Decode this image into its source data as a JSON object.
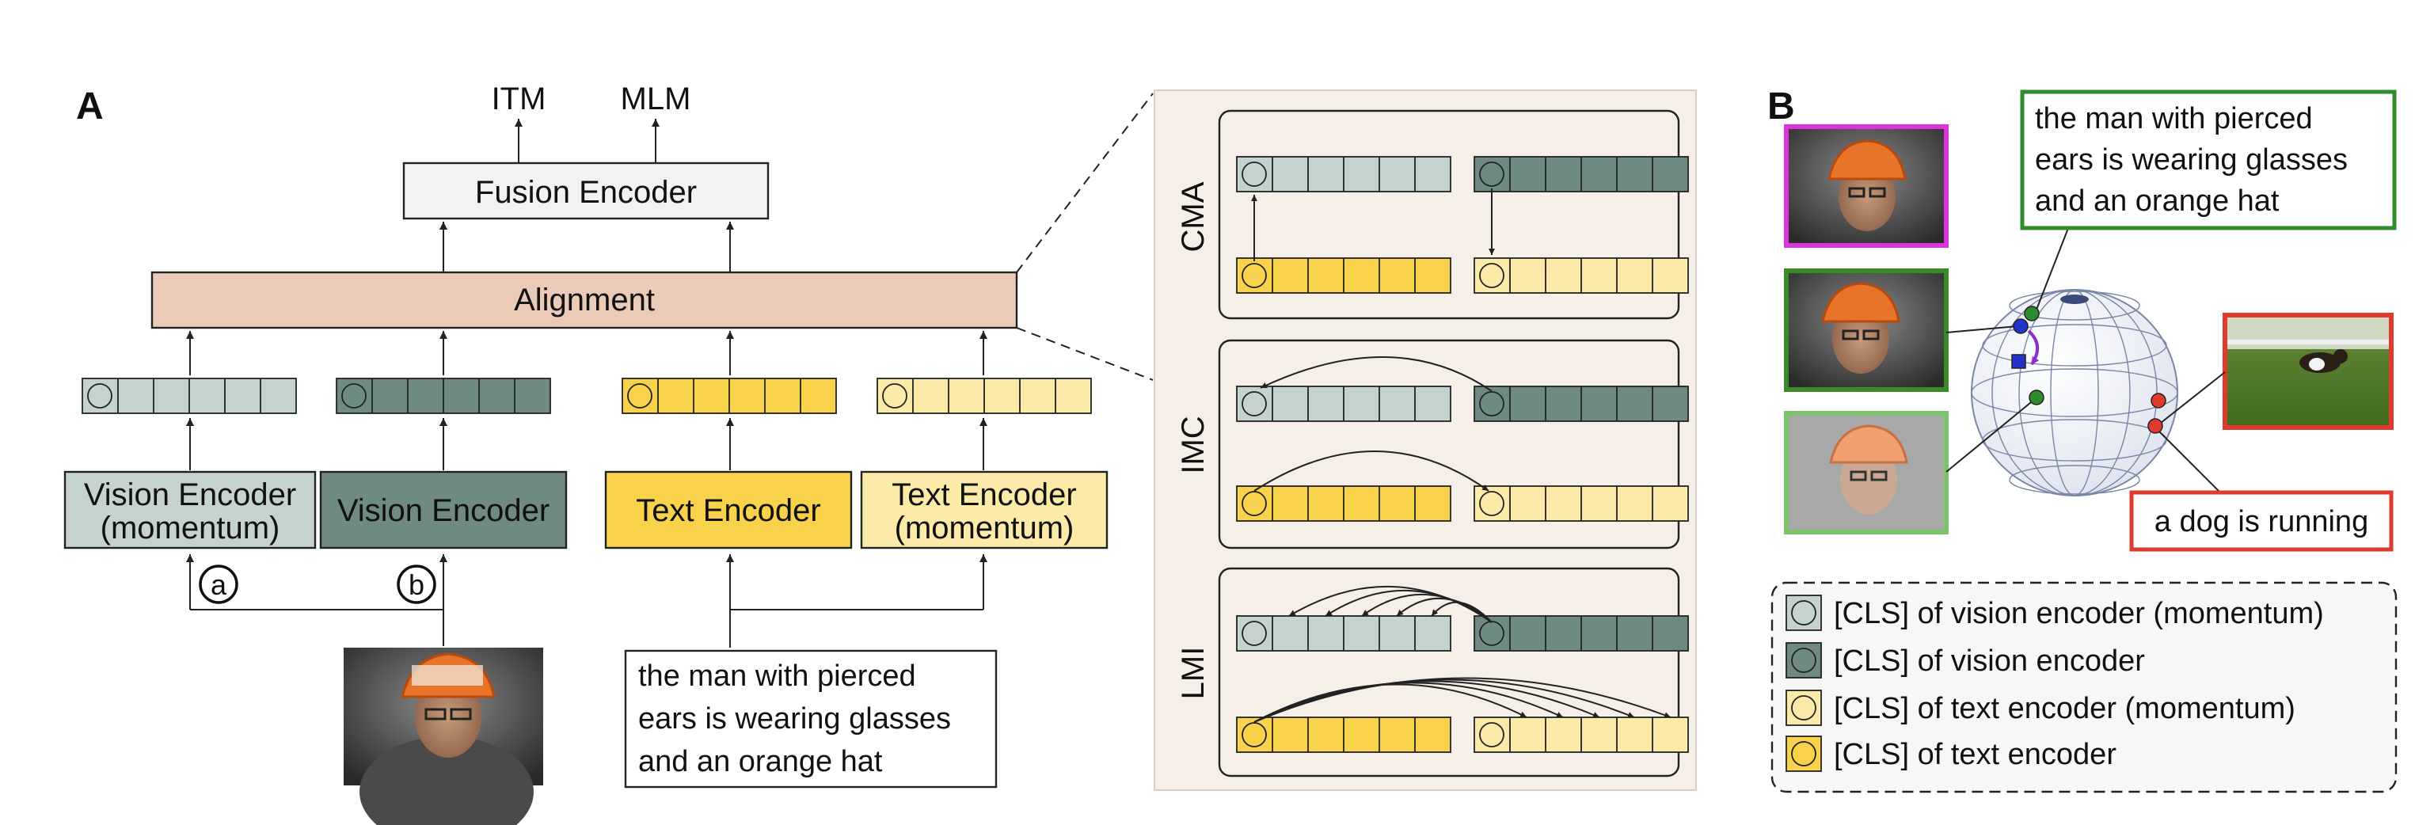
{
  "colors": {
    "vision_momentum": "#c4d2d0",
    "vision": "#6e8a82",
    "text": "#f7d24a",
    "text_momentum": "#fbeaa8",
    "alignment": "#e9cbb8",
    "fusion": "#f2f2f2",
    "zoom_panel": "#f6efe8",
    "legend_bg": "#f7f7f7",
    "caption_green": "#2e8b2e",
    "caption_red": "#e03a2e",
    "photo_magenta": "#dd33dd",
    "photo_green": "#3a8a2a",
    "photo_lightgreen": "#7cc46c"
  },
  "panel_a": {
    "label": "A",
    "outputs": [
      "ITM",
      "MLM"
    ],
    "fusion_encoder": "Fusion Encoder",
    "alignment": "Alignment",
    "encoders": [
      {
        "line1": "Vision Encoder",
        "line2": "(momentum)"
      },
      {
        "line1": "Vision Encoder",
        "line2": ""
      },
      {
        "line1": "Text Encoder",
        "line2": ""
      },
      {
        "line1": "Text Encoder",
        "line2": "(momentum)"
      }
    ],
    "branch_a": "a",
    "branch_b": "b",
    "caption": [
      "the man with pierced",
      "ears is wearing glasses",
      "and an orange hat"
    ]
  },
  "zoom": {
    "sections": [
      "CMA",
      "IMC",
      "LMI"
    ]
  },
  "panel_b": {
    "label": "B",
    "caption_green": [
      "the man with pierced",
      "ears is wearing glasses",
      "and an orange hat"
    ],
    "caption_red": "a dog is running"
  },
  "legend": [
    "[CLS] of vision encoder (momentum)",
    "[CLS] of vision encoder",
    "[CLS] of text encoder (momentum)",
    "[CLS] of text encoder"
  ]
}
